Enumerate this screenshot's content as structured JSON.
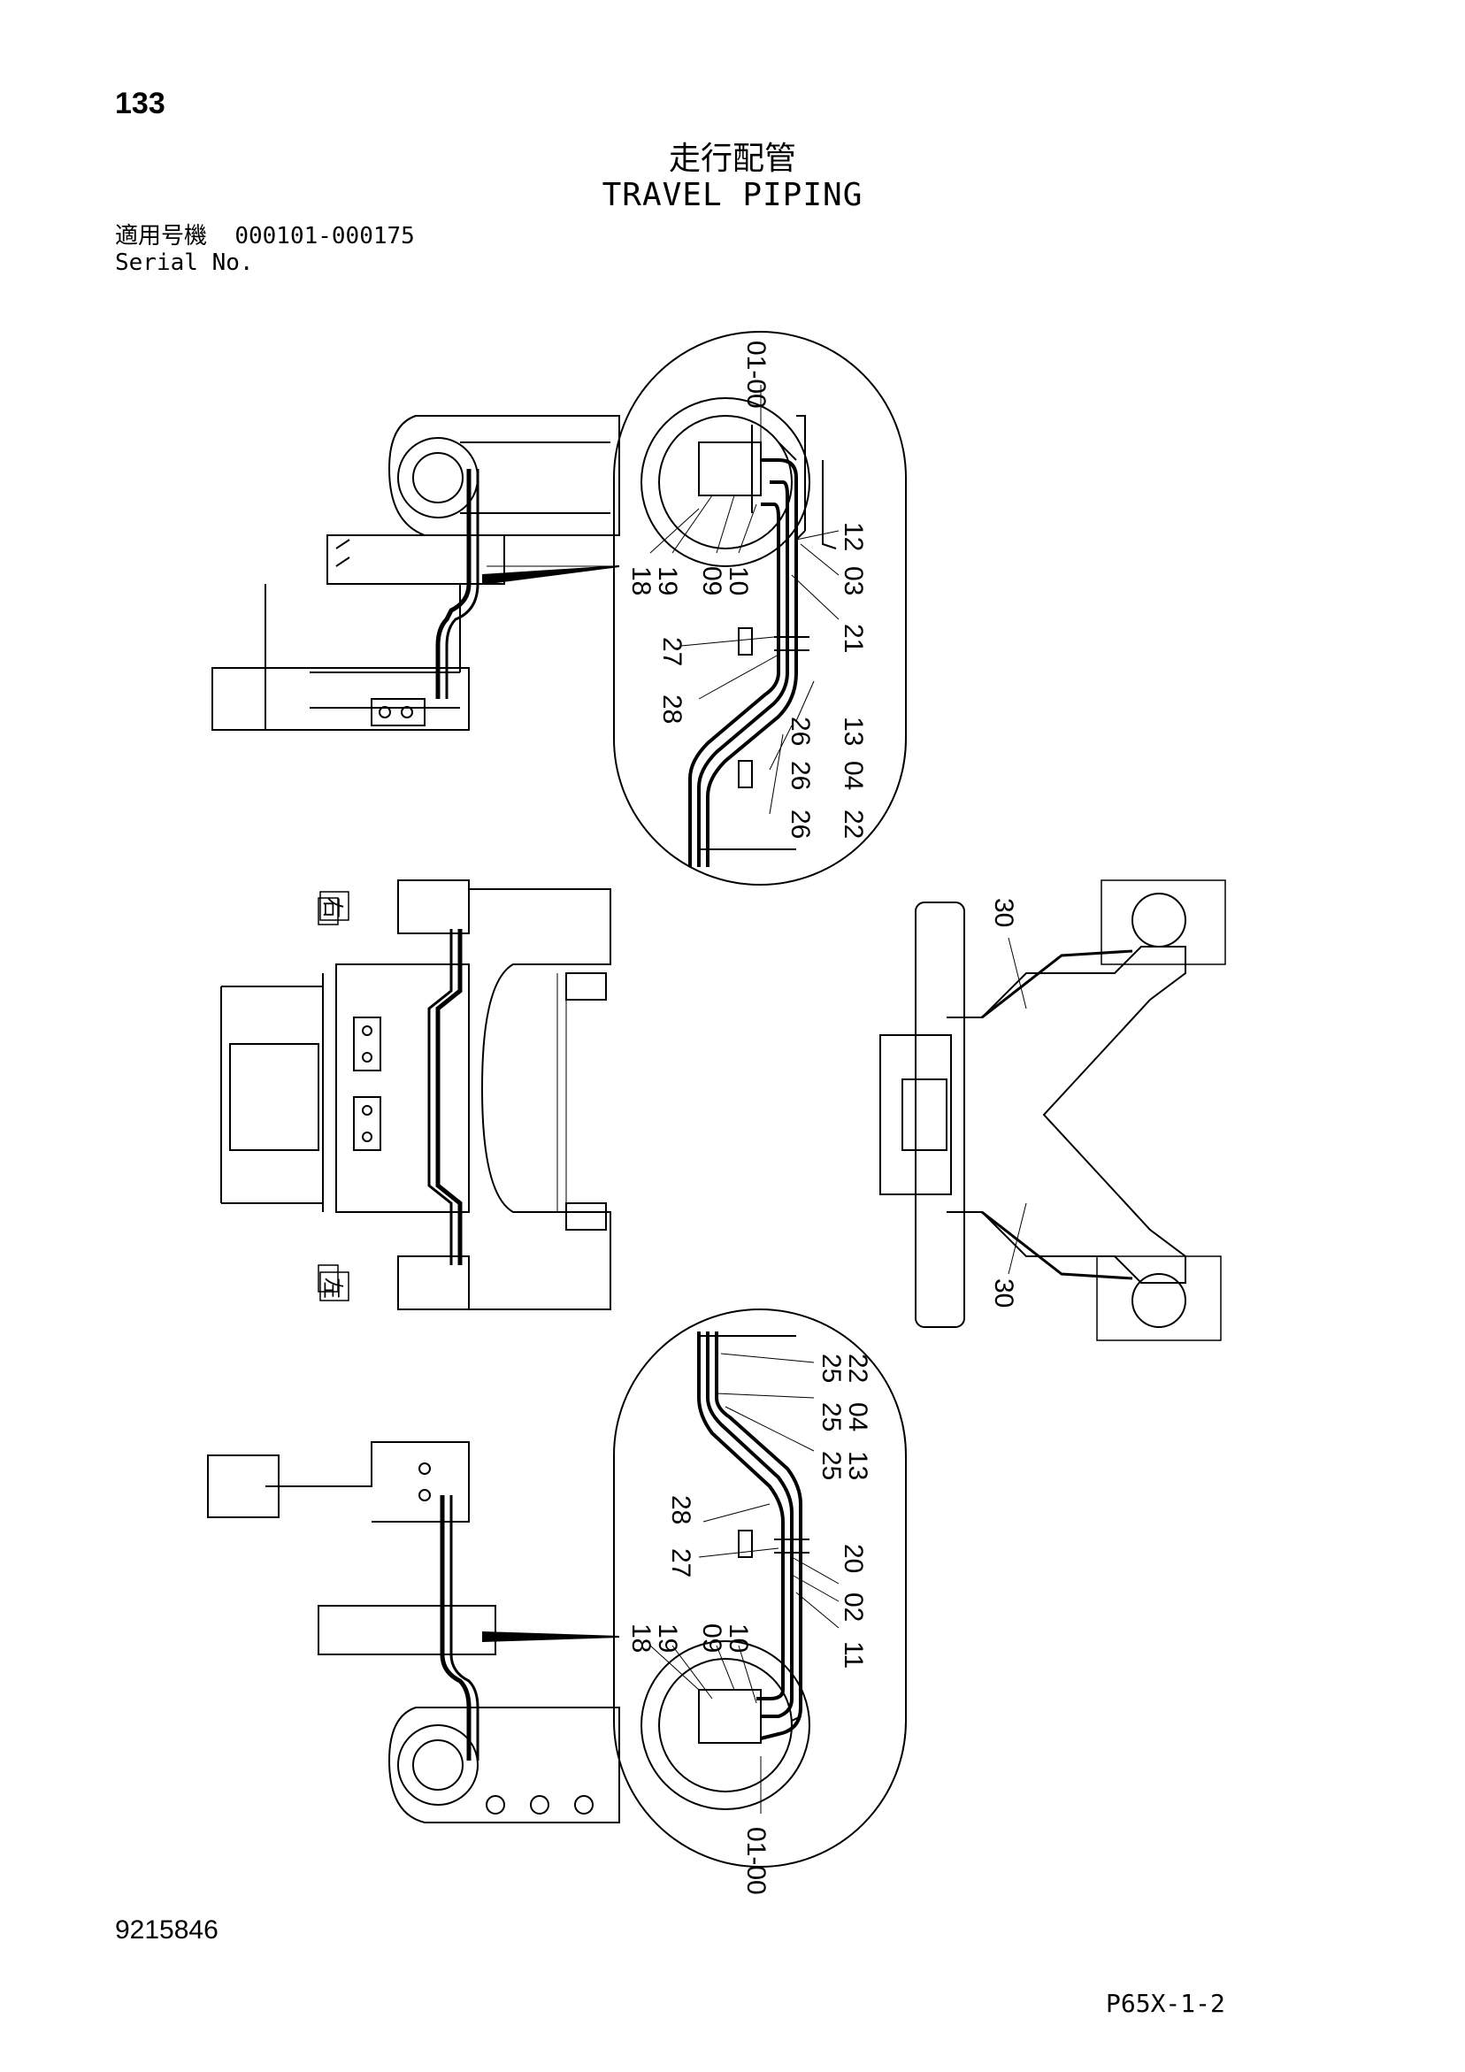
{
  "header": {
    "page_number": "133",
    "title_jp": "走行配管",
    "title_en": "TRAVEL PIPING",
    "serial_label_jp": "適用号機",
    "serial_range": "000101-000175",
    "serial_label_en": "Serial No."
  },
  "diagram": {
    "callouts_top": [
      "01-00",
      "12",
      "03",
      "21",
      "18",
      "19",
      "09",
      "10",
      "27",
      "28",
      "26",
      "13",
      "26",
      "04",
      "26",
      "22"
    ],
    "callouts_bottom": [
      "25",
      "22",
      "25",
      "04",
      "25",
      "13",
      "28",
      "27",
      "20",
      "02",
      "11",
      "18",
      "19",
      "09",
      "10",
      "01-00"
    ],
    "callouts_right": [
      "30",
      "30"
    ],
    "side_marks": [
      "右",
      "左"
    ]
  },
  "footer": {
    "doc_number": "9215846",
    "page_code": "P65X-1-2"
  }
}
